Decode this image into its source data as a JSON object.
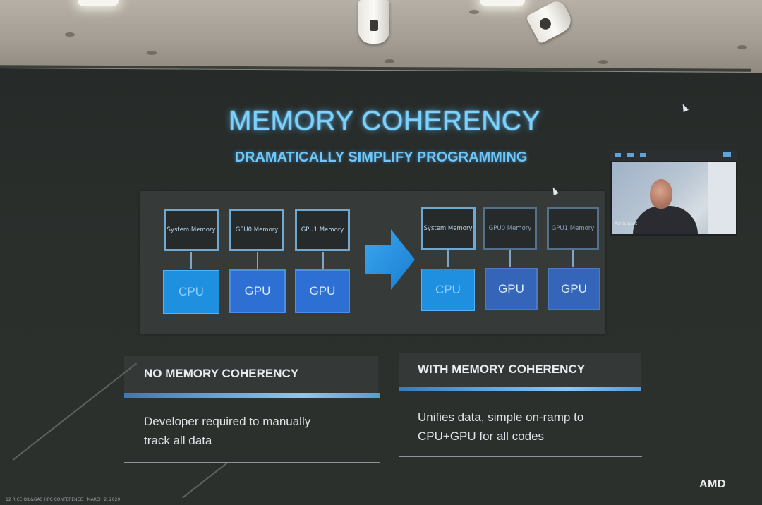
{
  "slide": {
    "title": "MEMORY COHERENCY",
    "subtitle": "DRAMATICALLY SIMPLIFY PROGRAMMING",
    "diagram_before": {
      "memories": [
        "System Memory",
        "GPU0 Memory",
        "GPU1 Memory"
      ],
      "processors": [
        "CPU",
        "GPU",
        "GPU"
      ]
    },
    "diagram_after": {
      "memories": [
        "System Memory",
        "GPU0 Memory",
        "GPU1 Memory"
      ],
      "processors": [
        "CPU",
        "GPU",
        "GPU"
      ]
    },
    "left_section": {
      "header": "NO MEMORY COHERENCY",
      "line1": "Developer required to manually",
      "line2": "track all data"
    },
    "right_section": {
      "header": "WITH MEMORY COHERENCY",
      "line1": "Unifies data, simple on-ramp to",
      "line2": "CPU+GPU for all codes"
    },
    "logo": "AMD",
    "footer": "12   RICE OIL&GAS HPC CONFERENCE   |   MARCH 2, 2020"
  },
  "webcam": {
    "name_label": "Participant"
  },
  "colors": {
    "title_blue": "#79d2ff",
    "cpu_blue": "#1f8fe0",
    "gpu_blue": "#2e6fd4",
    "rule_blue": "#64a9e3"
  },
  "icons": [
    "right-arrow-icon",
    "mouse-cursor-icon",
    "amd-logo"
  ]
}
